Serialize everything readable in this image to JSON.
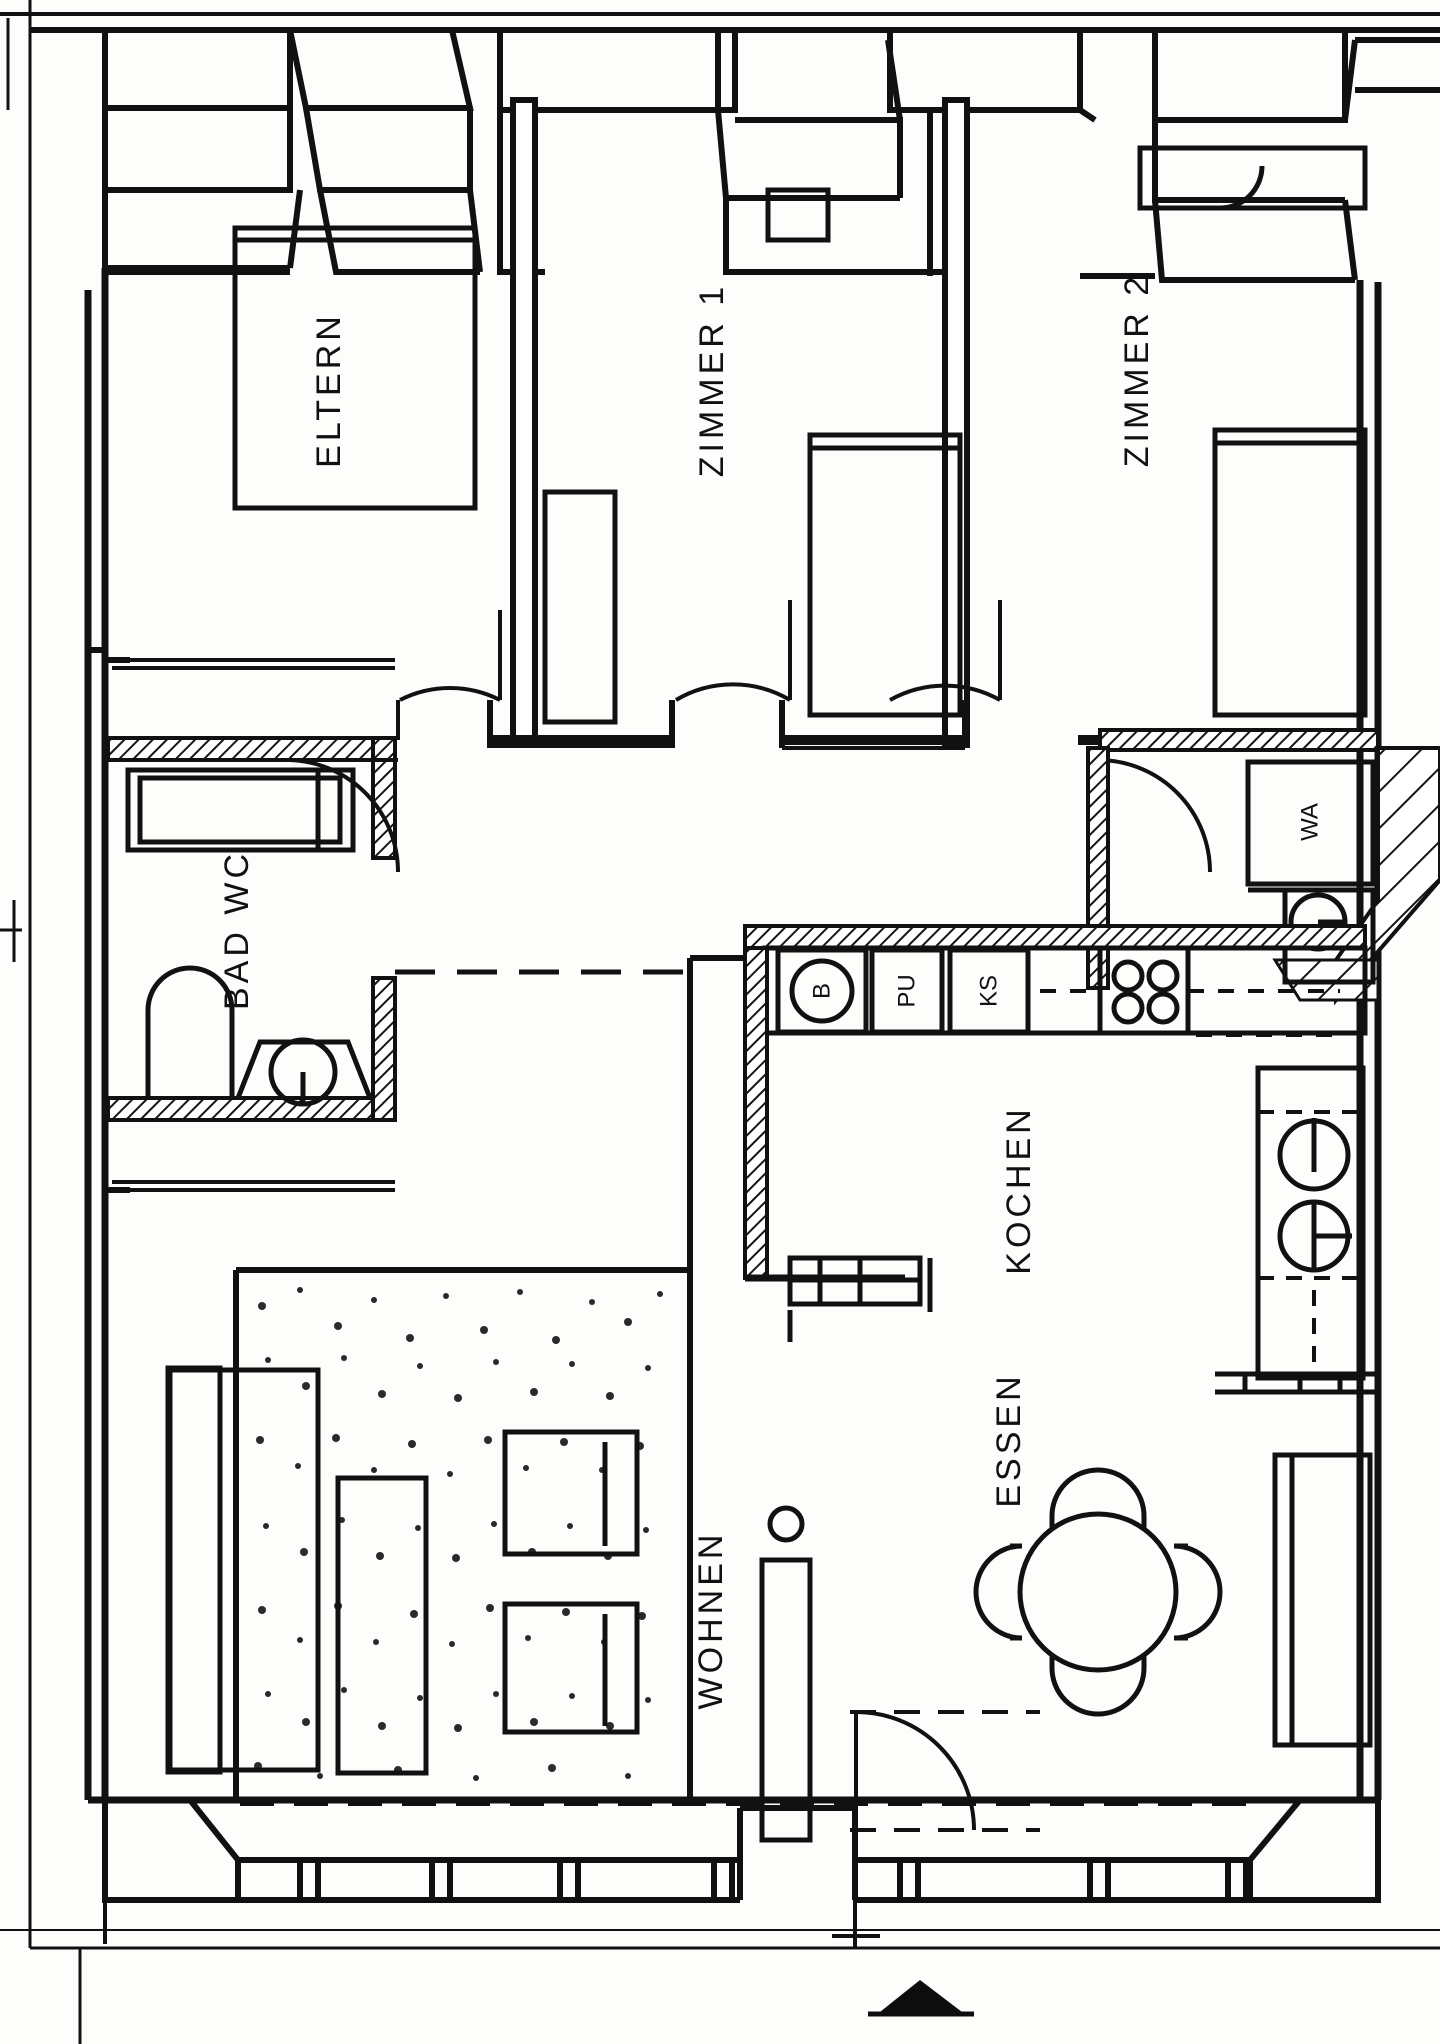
{
  "document": {
    "kind": "architectural-floor-plan",
    "style": "hand-drafted scanned blueprint, black line on white",
    "orientation_marker": "solid-triangle-north-arrow"
  },
  "palette": {
    "ink": "#111111",
    "paper": "#fdfdfc",
    "hatch": "#1a1a1a",
    "stipple": "#2b2b2b"
  },
  "rooms": [
    {
      "id": "eltern",
      "label": "ELTERN",
      "rotation": -90
    },
    {
      "id": "zimmer1",
      "label": "ZIMMER 1",
      "rotation": -90
    },
    {
      "id": "zimmer2",
      "label": "ZIMMER 2",
      "rotation": -90
    },
    {
      "id": "badwc",
      "label": "BAD WC",
      "rotation": -90
    },
    {
      "id": "kochen",
      "label": "KOCHEN",
      "rotation": -90
    },
    {
      "id": "essen",
      "label": "ESSEN",
      "rotation": -90
    },
    {
      "id": "wohnen",
      "label": "WOHNEN",
      "rotation": -90
    }
  ],
  "appliances": [
    {
      "id": "backofen",
      "label": "B",
      "symbol": "circled-letter"
    },
    {
      "id": "pump-unit",
      "label": "PU",
      "symbol": "boxed-letters"
    },
    {
      "id": "kuehlschrank",
      "label": "KS",
      "symbol": "boxed-letters"
    },
    {
      "id": "kochfeld",
      "label": "",
      "symbol": "four-burner-hob"
    },
    {
      "id": "waschmaschine",
      "label": "WA",
      "symbol": "boxed-letters"
    }
  ],
  "fixtures": [
    {
      "id": "bathtub",
      "name": "bathtub"
    },
    {
      "id": "toilet",
      "name": "toilet"
    },
    {
      "id": "bath-sink",
      "name": "washbasin"
    },
    {
      "id": "kitchen-sink-1",
      "name": "sink-basin"
    },
    {
      "id": "kitchen-sink-2",
      "name": "sink-basin"
    },
    {
      "id": "laundry-sink",
      "name": "utility-basin"
    },
    {
      "id": "dining-table",
      "name": "round-dining-table",
      "chairs": 4
    },
    {
      "id": "sofa",
      "name": "sofa"
    },
    {
      "id": "armchair-1",
      "name": "armchair"
    },
    {
      "id": "armchair-2",
      "name": "armchair"
    },
    {
      "id": "rug",
      "name": "stippled-rug-area"
    },
    {
      "id": "bed-eltern",
      "name": "double-bed"
    },
    {
      "id": "bed-zimmer1",
      "name": "single-bed"
    },
    {
      "id": "bed-zimmer2",
      "name": "single-bed"
    },
    {
      "id": "wardrobe-1",
      "name": "wardrobe"
    },
    {
      "id": "wardrobe-2",
      "name": "wardrobe"
    },
    {
      "id": "desk-zimmer1",
      "name": "desk"
    },
    {
      "id": "ceiling-light",
      "name": "light-point"
    }
  ],
  "openings": {
    "doors": 6,
    "windows_north": 4,
    "windows_south": 5,
    "sliding_door_south": 1
  }
}
